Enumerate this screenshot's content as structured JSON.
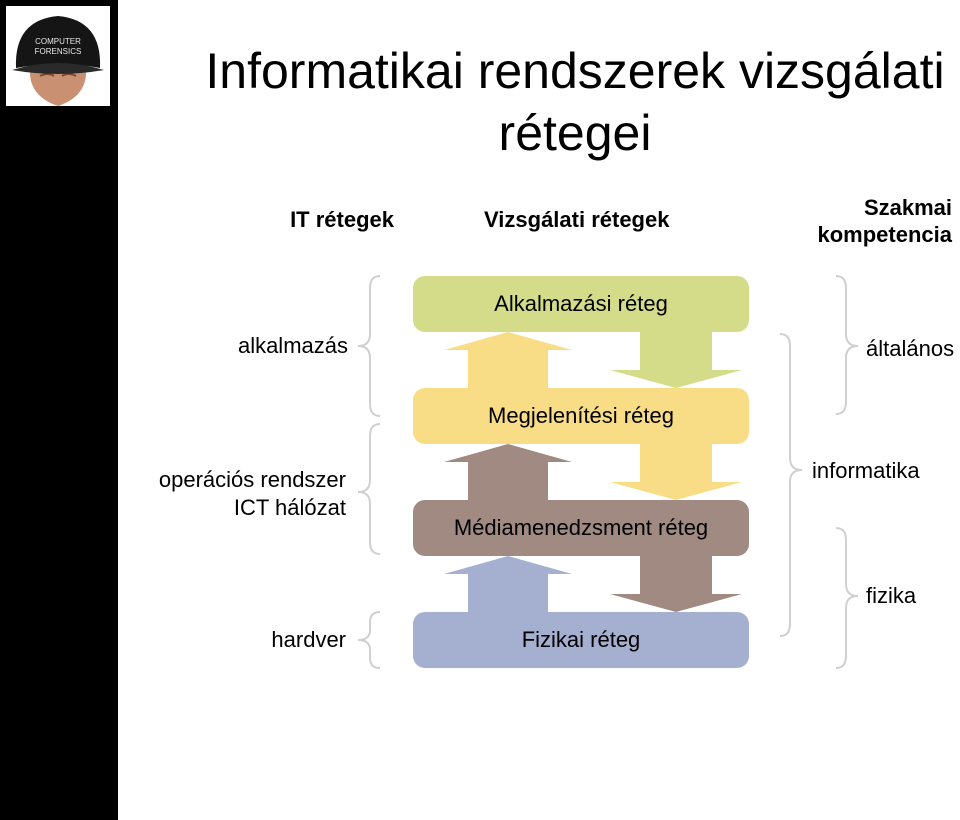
{
  "title": {
    "line1": "Informatikai rendszerek vizsgálati",
    "line2": "rétegei"
  },
  "logo": {
    "cap_text_1": "COMPUTER",
    "cap_text_2": "FORENSICS"
  },
  "headers": {
    "it_layers": "IT rétegek",
    "inspection_layers": "Vizsgálati rétegek",
    "competence_line1": "Szakmai",
    "competence_line2": "kompetencia"
  },
  "layers": [
    {
      "label": "Alkalmazási réteg",
      "color": "#d4dc8a"
    },
    {
      "label": "Megjelenítési réteg",
      "color": "#f9dd86"
    },
    {
      "label": "Médiamenedzsment réteg",
      "color": "#a08a82"
    },
    {
      "label": "Fizikai réteg",
      "color": "#a5afcf"
    }
  ],
  "it_layers": {
    "application": "alkalmazás",
    "os_line1": "operációs rendszer",
    "os_line2": "ICT hálózat",
    "hardware": "hardver"
  },
  "competence": {
    "general": "általános",
    "it": "informatika",
    "physics": "fizika"
  },
  "colors": {
    "sidebar": "#000000",
    "bracket": "#d0d0d0"
  }
}
